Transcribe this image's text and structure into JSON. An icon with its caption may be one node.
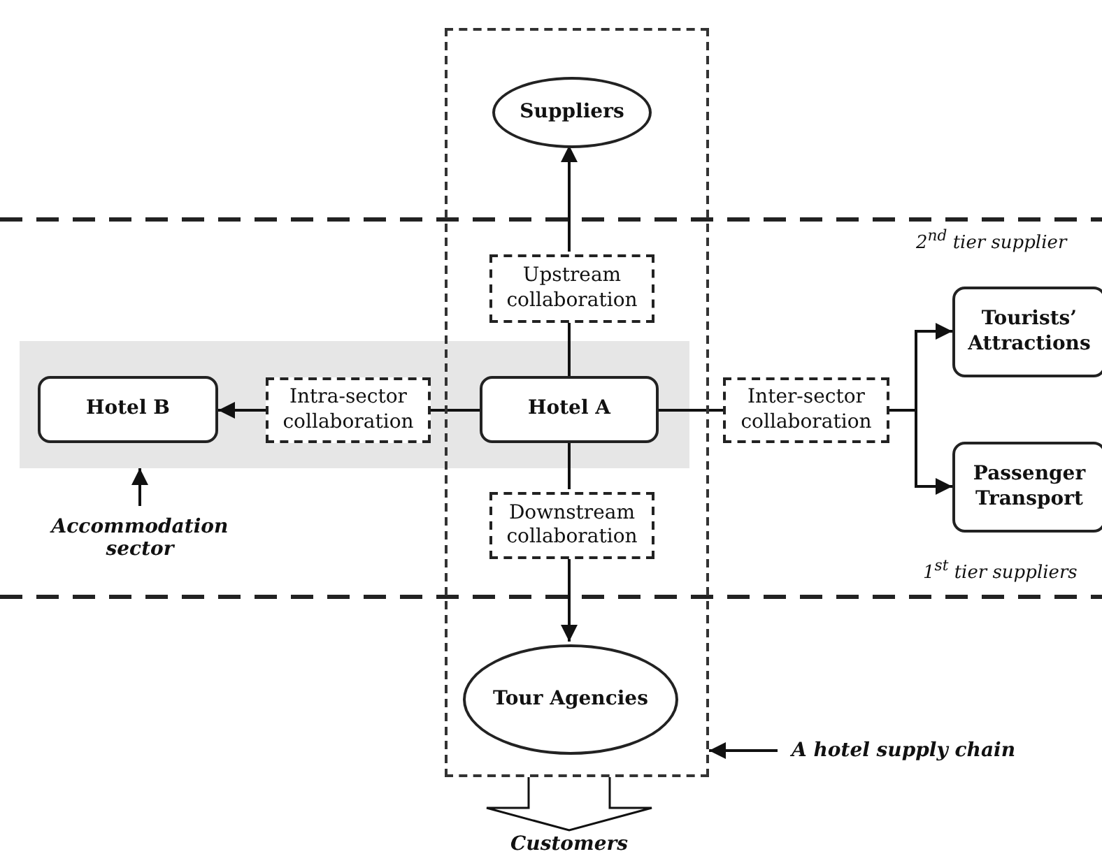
{
  "diagram": {
    "nodes": [
      {
        "text": [],
        "shape": "box"
      },
      {
        "text": [
          "Suppliers"
        ],
        "in": 0
      },
      {
        "text": [
          "Upstream collaboration"
        ],
        "in": 0
      },
      {
        "text": [],
        "shape": "box"
      },
      {
        "text": [
          "Hotel B"
        ],
        "in": 3
      },
      {
        "text": [
          "Intra-sector collaboration"
        ],
        "in": 3
      },
      {
        "text": [
          "Hotel A"
        ]
      },
      {
        "text": [
          "Inter-sector collaboration"
        ]
      },
      {
        "text": [
          "Tourists’ Attractions"
        ]
      },
      {
        "text": [
          "Passenger Transport"
        ]
      },
      {
        "text": [
          "Downstream collaboration"
        ],
        "in": 0
      },
      {
        "text": [
          "Accommodation sector"
        ]
      },
      {
        "text": [
          "Tour Agencies"
        ],
        "in": 0
      },
      {
        "text": [
          "A hotel supply chain"
        ]
      },
      {
        "text": [
          "Customers"
        ]
      }
    ],
    "edges": [
      {
        "from": 6,
        "to": 2,
        "arrow": "none"
      },
      {
        "from": 2,
        "to": 1,
        "arrow": "to"
      },
      {
        "from": 6,
        "to": 5,
        "arrow": "none"
      },
      {
        "from": 5,
        "to": 4,
        "arrow": "to"
      },
      {
        "from": 6,
        "to": 7,
        "arrow": "none"
      },
      {
        "from": 7,
        "to": 8,
        "arrow": "to"
      },
      {
        "from": 7,
        "to": 9,
        "arrow": "to"
      },
      {
        "from": 6,
        "to": 10,
        "arrow": "none"
      },
      {
        "from": 10,
        "to": 12,
        "arrow": "to"
      },
      {
        "from": 11,
        "to": 3,
        "arrow": "to"
      },
      {
        "from": 13,
        "to": 0,
        "arrow": "to"
      },
      {
        "from": 0,
        "to": 14,
        "arrow": "to",
        "style": "thick"
      }
    ],
    "labels": [
      "2$^{nd}$ tier supplier",
      "1$^{st}$ tier suppliers"
    ]
  }
}
